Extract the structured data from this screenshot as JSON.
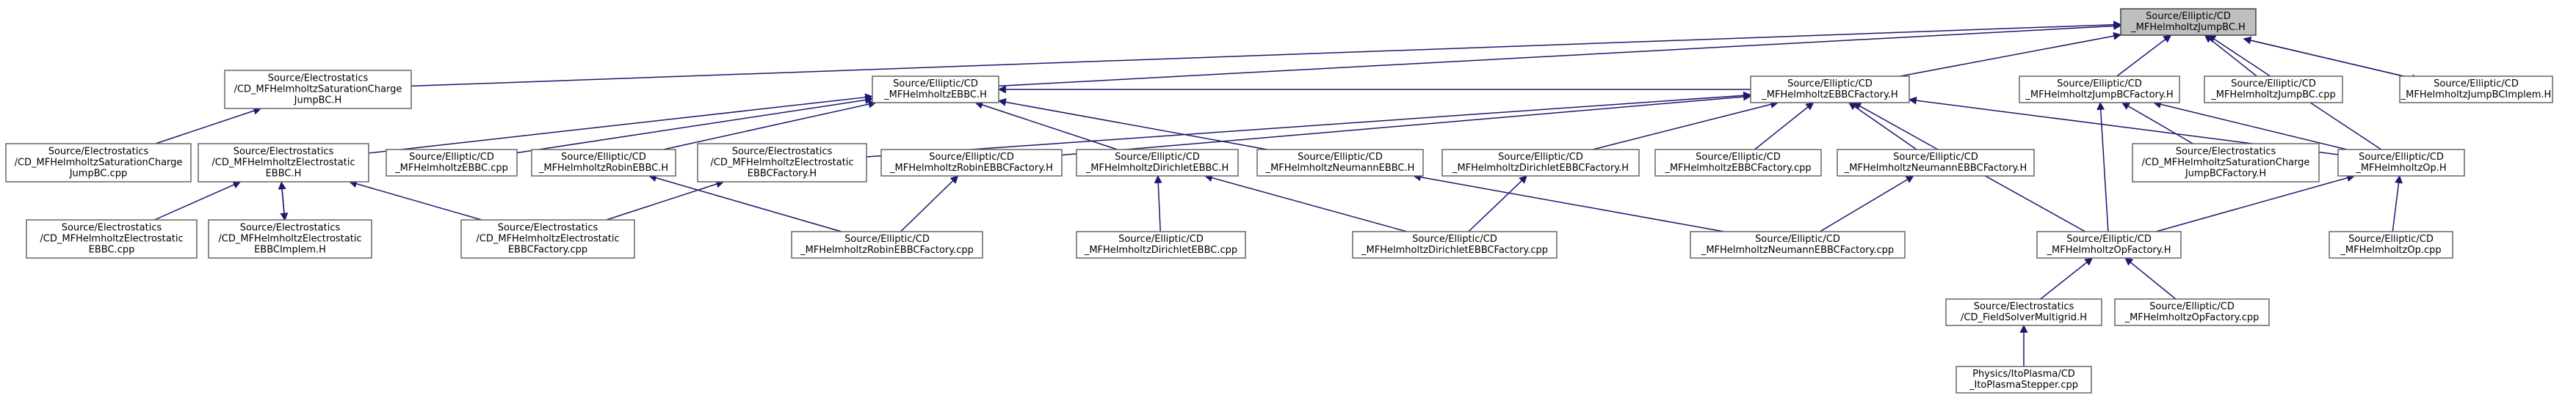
{
  "graph": {
    "nodes": [
      {
        "id": "root",
        "lines": [
          "Source/Elliptic/CD",
          "_MFHelmholtzJumpBC.H"
        ]
      },
      {
        "id": "jbc_sat_h",
        "lines": [
          "Source/Electrostatics",
          "/CD_MFHelmholtzSaturationCharge",
          "JumpBC.H"
        ]
      },
      {
        "id": "ebbc_h",
        "lines": [
          "Source/Elliptic/CD",
          "_MFHelmholtzEBBC.H"
        ]
      },
      {
        "id": "ebbcfac_h",
        "lines": [
          "Source/Elliptic/CD",
          "_MFHelmholtzEBBCFactory.H"
        ]
      },
      {
        "id": "jbcfac_h",
        "lines": [
          "Source/Elliptic/CD",
          "_MFHelmholtzJumpBCFactory.H"
        ]
      },
      {
        "id": "jbc_cpp",
        "lines": [
          "Source/Elliptic/CD",
          "_MFHelmholtzJumpBC.cpp"
        ]
      },
      {
        "id": "jbcimplem_h",
        "lines": [
          "Source/Elliptic/CD",
          "_MFHelmholtzJumpBCImplem.H"
        ]
      },
      {
        "id": "jbc_sat_cpp",
        "lines": [
          "Source/Electrostatics",
          "/CD_MFHelmholtzSaturationCharge",
          "JumpBC.cpp"
        ]
      },
      {
        "id": "elec_ebbc_h",
        "lines": [
          "Source/Electrostatics",
          "/CD_MFHelmholtzElectrostatic",
          "EBBC.H"
        ]
      },
      {
        "id": "ebbc_cpp",
        "lines": [
          "Source/Elliptic/CD",
          "_MFHelmholtzEBBC.cpp"
        ]
      },
      {
        "id": "robin_h",
        "lines": [
          "Source/Elliptic/CD",
          "_MFHelmholtzRobinEBBC.H"
        ]
      },
      {
        "id": "elec_fac_h",
        "lines": [
          "Source/Electrostatics",
          "/CD_MFHelmholtzElectrostatic",
          "EBBCFactory.H"
        ]
      },
      {
        "id": "robinfac_h",
        "lines": [
          "Source/Elliptic/CD",
          "_MFHelmholtzRobinEBBCFactory.H"
        ]
      },
      {
        "id": "dir_h",
        "lines": [
          "Source/Elliptic/CD",
          "_MFHelmholtzDirichletEBBC.H"
        ]
      },
      {
        "id": "neu_h",
        "lines": [
          "Source/Elliptic/CD",
          "_MFHelmholtzNeumannEBBC.H"
        ]
      },
      {
        "id": "dirfac_h",
        "lines": [
          "Source/Elliptic/CD",
          "_MFHelmholtzDirichletEBBCFactory.H"
        ]
      },
      {
        "id": "ebbcfac_cpp",
        "lines": [
          "Source/Elliptic/CD",
          "_MFHelmholtzEBBCFactory.cpp"
        ]
      },
      {
        "id": "neufac_h",
        "lines": [
          "Source/Elliptic/CD",
          "_MFHelmholtzNeumannEBBCFactory.H"
        ]
      },
      {
        "id": "satfac_h",
        "lines": [
          "Source/Electrostatics",
          "/CD_MFHelmholtzSaturationCharge",
          "JumpBCFactory.H"
        ]
      },
      {
        "id": "op_h",
        "lines": [
          "Source/Elliptic/CD",
          "_MFHelmholtzOp.H"
        ]
      },
      {
        "id": "elec_ebbc_cpp",
        "lines": [
          "Source/Electrostatics",
          "/CD_MFHelmholtzElectrostatic",
          "EBBC.cpp"
        ]
      },
      {
        "id": "elec_implem_h",
        "lines": [
          "Source/Electrostatics",
          "/CD_MFHelmholtzElectrostatic",
          "EBBCImplem.H"
        ]
      },
      {
        "id": "elec_fac_cpp",
        "lines": [
          "Source/Electrostatics",
          "/CD_MFHelmholtzElectrostatic",
          "EBBCFactory.cpp"
        ]
      },
      {
        "id": "robinfac_cpp",
        "lines": [
          "Source/Elliptic/CD",
          "_MFHelmholtzRobinEBBCFactory.cpp"
        ]
      },
      {
        "id": "dir_cpp",
        "lines": [
          "Source/Elliptic/CD",
          "_MFHelmholtzDirichletEBBC.cpp"
        ]
      },
      {
        "id": "dirfac_cpp",
        "lines": [
          "Source/Elliptic/CD",
          "_MFHelmholtzDirichletEBBCFactory.cpp"
        ]
      },
      {
        "id": "neufac_cpp",
        "lines": [
          "Source/Elliptic/CD",
          "_MFHelmholtzNeumannEBBCFactory.cpp"
        ]
      },
      {
        "id": "opfac_h",
        "lines": [
          "Source/Elliptic/CD",
          "_MFHelmholtzOpFactory.H"
        ]
      },
      {
        "id": "op_cpp",
        "lines": [
          "Source/Elliptic/CD",
          "_MFHelmholtzOp.cpp"
        ]
      },
      {
        "id": "fieldsolver_h",
        "lines": [
          "Source/Electrostatics",
          "/CD_FieldSolverMultigrid.H"
        ]
      },
      {
        "id": "opfac_cpp",
        "lines": [
          "Source/Elliptic/CD",
          "_MFHelmholtzOpFactory.cpp"
        ]
      },
      {
        "id": "itostepper_cpp",
        "lines": [
          "Physics/ItoPlasma/CD",
          "_ItoPlasmaStepper.cpp"
        ]
      }
    ],
    "edges": [
      {
        "from": "jbc_sat_h",
        "to": "root"
      },
      {
        "from": "ebbc_h",
        "to": "root"
      },
      {
        "from": "ebbcfac_h",
        "to": "root"
      },
      {
        "from": "jbcfac_h",
        "to": "root"
      },
      {
        "from": "jbc_cpp",
        "to": "root"
      },
      {
        "from": "jbcimplem_h",
        "to": "root"
      },
      {
        "from": "op_h",
        "to": "root"
      },
      {
        "from": "root",
        "to": "jbcimplem_h"
      },
      {
        "from": "jbc_sat_cpp",
        "to": "jbc_sat_h"
      },
      {
        "from": "elec_ebbc_h",
        "to": "ebbc_h"
      },
      {
        "from": "ebbc_cpp",
        "to": "ebbc_h"
      },
      {
        "from": "robin_h",
        "to": "ebbc_h"
      },
      {
        "from": "dir_h",
        "to": "ebbc_h"
      },
      {
        "from": "neu_h",
        "to": "ebbc_h"
      },
      {
        "from": "ebbcfac_h",
        "to": "ebbc_h"
      },
      {
        "from": "elec_fac_h",
        "to": "ebbcfac_h"
      },
      {
        "from": "robinfac_h",
        "to": "ebbcfac_h"
      },
      {
        "from": "dirfac_h",
        "to": "ebbcfac_h"
      },
      {
        "from": "ebbcfac_cpp",
        "to": "ebbcfac_h"
      },
      {
        "from": "neufac_h",
        "to": "ebbcfac_h"
      },
      {
        "from": "op_h",
        "to": "ebbcfac_h"
      },
      {
        "from": "opfac_h",
        "to": "ebbcfac_h"
      },
      {
        "from": "satfac_h",
        "to": "jbcfac_h"
      },
      {
        "from": "op_h",
        "to": "jbcfac_h"
      },
      {
        "from": "opfac_h",
        "to": "jbcfac_h"
      },
      {
        "from": "elec_ebbc_cpp",
        "to": "elec_ebbc_h"
      },
      {
        "from": "elec_implem_h",
        "to": "elec_ebbc_h"
      },
      {
        "from": "elec_ebbc_h",
        "to": "elec_implem_h"
      },
      {
        "from": "elec_fac_cpp",
        "to": "elec_ebbc_h"
      },
      {
        "from": "elec_fac_cpp",
        "to": "elec_fac_h"
      },
      {
        "from": "robinfac_cpp",
        "to": "robin_h"
      },
      {
        "from": "robinfac_cpp",
        "to": "robinfac_h"
      },
      {
        "from": "dir_cpp",
        "to": "dir_h"
      },
      {
        "from": "dirfac_cpp",
        "to": "dir_h"
      },
      {
        "from": "dirfac_cpp",
        "to": "dirfac_h"
      },
      {
        "from": "neufac_cpp",
        "to": "neu_h"
      },
      {
        "from": "neufac_cpp",
        "to": "neufac_h"
      },
      {
        "from": "opfac_h",
        "to": "op_h"
      },
      {
        "from": "op_cpp",
        "to": "op_h"
      },
      {
        "from": "fieldsolver_h",
        "to": "opfac_h"
      },
      {
        "from": "opfac_cpp",
        "to": "opfac_h"
      },
      {
        "from": "itostepper_cpp",
        "to": "fieldsolver_h"
      }
    ]
  }
}
